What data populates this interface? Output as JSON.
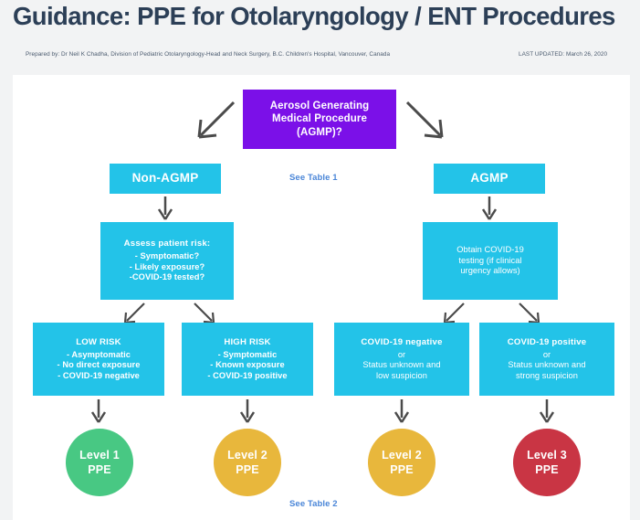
{
  "header": {
    "title": "Guidance: PPE for Otolaryngology  / ENT Procedures",
    "prepared_by": "Prepared by: Dr Neil K Chadha, Division of Pediatric Otolaryngology-Head and Neck Surgery, B.C. Children's Hospital, Vancouver, Canada",
    "last_updated": "LAST UPDATED: March 26, 2020"
  },
  "colors": {
    "purple": "#7b10e8",
    "cyan": "#23c3e8",
    "green": "#48c883",
    "amber": "#e8b73c",
    "red": "#c93544",
    "link_blue": "#4a86d8",
    "title_navy": "#2c3f57",
    "canvas": "#ffffff",
    "page_background": "#f2f3f4"
  },
  "flowchart": {
    "root": {
      "line1": "Aerosol Generating",
      "line2": "Medical Procedure",
      "line3": "(AGMP)?"
    },
    "table1_link": "See Table 1",
    "table2_link": "See Table 2",
    "branch_left": {
      "label": "Non-AGMP"
    },
    "branch_right": {
      "label": "AGMP"
    },
    "assess": {
      "title": "Assess patient risk:",
      "items": [
        "- Symptomatic?",
        "- Likely exposure?",
        "-COVID-19 tested?"
      ]
    },
    "testing": {
      "line1": "Obtain COVID-19",
      "line2": "testing (if clinical",
      "line3": "urgency allows)"
    },
    "outcomes": [
      {
        "title": "LOW RISK",
        "items": [
          "- Asymptomatic",
          "- No direct exposure",
          "- COVID-19  negative"
        ],
        "ppe_level": "Level 1",
        "ppe_suffix": "PPE",
        "ppe_color": "#48c883"
      },
      {
        "title": "HIGH RISK",
        "items": [
          "- Symptomatic",
          "- Known exposure",
          "- COVID-19  positive"
        ],
        "ppe_level": "Level 2",
        "ppe_suffix": "PPE",
        "ppe_color": "#e8b73c"
      },
      {
        "title": "COVID-19 negative",
        "items": [
          "or",
          "Status unknown and",
          "low suspicion"
        ],
        "ppe_level": "Level 2",
        "ppe_suffix": "PPE",
        "ppe_color": "#e8b73c"
      },
      {
        "title": "COVID-19 positive",
        "items": [
          "or",
          "Status unknown and",
          "strong suspicion"
        ],
        "ppe_level": "Level 3",
        "ppe_suffix": "PPE",
        "ppe_color": "#c93544"
      }
    ]
  }
}
